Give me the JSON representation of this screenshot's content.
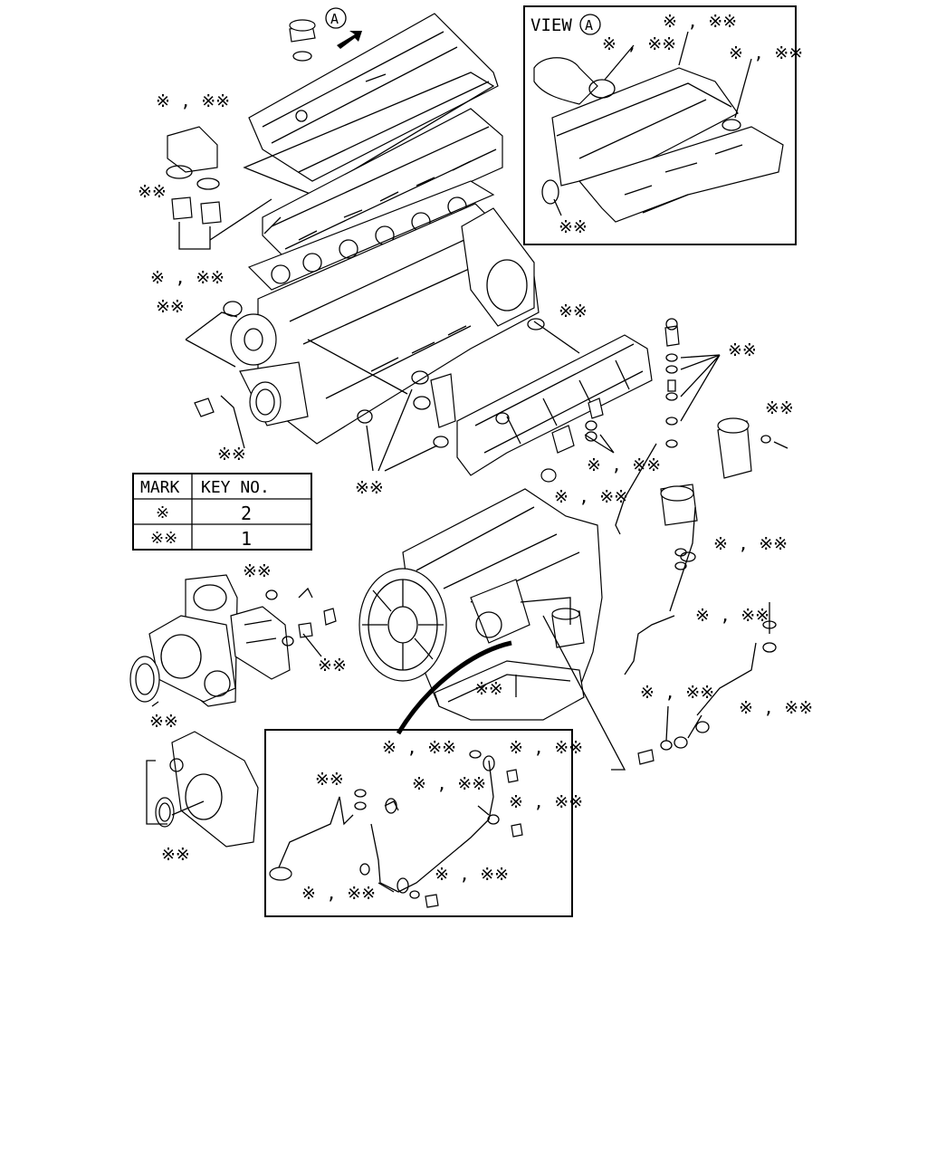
{
  "view_title": "VIEW",
  "view_marker": "A",
  "main_marker": "A",
  "legend": {
    "header_mark": "MARK",
    "header_key": "KEY NO.",
    "rows": [
      {
        "mark": "※",
        "key": "2"
      },
      {
        "mark": "※※",
        "key": "1"
      }
    ]
  },
  "callouts": {
    "both": "※ , ※※",
    "double": "※※"
  }
}
